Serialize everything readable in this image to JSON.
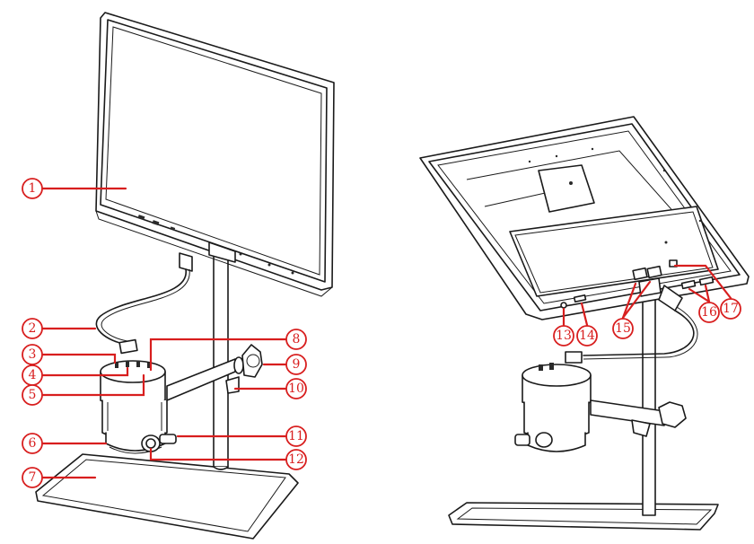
{
  "figure": {
    "callouts": [
      "1",
      "2",
      "3",
      "4",
      "5",
      "6",
      "7",
      "8",
      "9",
      "10",
      "11",
      "12",
      "13",
      "14",
      "15",
      "16",
      "17"
    ],
    "accent_color": "#d81e1e",
    "line_color": "#1a1a1a"
  }
}
